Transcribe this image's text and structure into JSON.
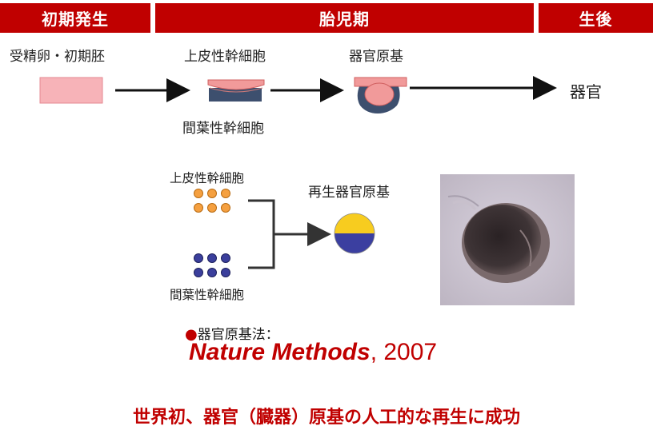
{
  "stages": [
    {
      "label": "初期発生"
    },
    {
      "label": "胎児期"
    },
    {
      "label": "生後"
    }
  ],
  "development": {
    "early_label": "受精卵・初期胚",
    "epithelial_label": "上皮性幹細胞",
    "mesenchymal_label": "間葉性幹細胞",
    "primordium_label": "器官原基",
    "organ_label": "器官"
  },
  "regeneration": {
    "epithelial_label": "上皮性幹細胞",
    "mesenchymal_label": "間葉性幹細胞",
    "regenerated_label": "再生器官原基"
  },
  "method": {
    "label": "器官原基法：",
    "journal": "Nature Methods",
    "year": ", 2007"
  },
  "headline": "世界初、器官（臓器）原基の人工的な再生に成功",
  "colors": {
    "accent": "#c00000",
    "epithelial": "#f0a040",
    "mesenchymal": "#3a3a8c",
    "pink": "#f7b3b8",
    "sphere_top": "#f5c820",
    "sphere_bottom": "#3b3fa0"
  }
}
